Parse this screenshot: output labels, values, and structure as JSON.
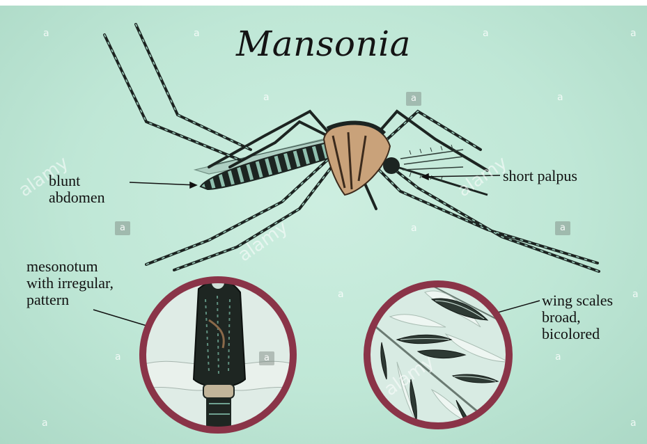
{
  "title": "Mansonia",
  "labels": {
    "blunt_abdomen": "blunt\nabdomen",
    "short_palpus": "short palpus",
    "mesonotum": "mesonotum\nwith irregular,\npattern",
    "wing_scales": "wing scales\nbroad,\nbicolored"
  },
  "watermark": {
    "letter": "a",
    "word": "alamy"
  },
  "colors": {
    "background": "#bfe7d6",
    "circle_border": "#8a3448",
    "body_dark": "#1c2421",
    "thorax_tan": "#c9a27a"
  }
}
